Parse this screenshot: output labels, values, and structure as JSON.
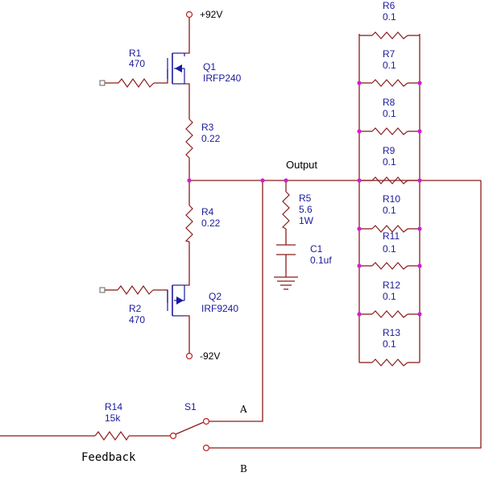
{
  "supply": {
    "positive": "+92V",
    "negative": "-92V"
  },
  "output_label": "Output",
  "feedback_label": "Feedback",
  "switch_positions": {
    "a": "A",
    "b": "B"
  },
  "components": {
    "r1": {
      "ref": "R1",
      "value": "470"
    },
    "q1": {
      "ref": "Q1",
      "value": "IRFP240"
    },
    "r3": {
      "ref": "R3",
      "value": "0.22"
    },
    "r4": {
      "ref": "R4",
      "value": "0.22"
    },
    "q2": {
      "ref": "Q2",
      "value": "IRF9240"
    },
    "r2": {
      "ref": "R2",
      "value": "470"
    },
    "r5": {
      "ref": "R5",
      "value": "5.6",
      "power": "1W"
    },
    "c1": {
      "ref": "C1",
      "value": "0.1uf"
    },
    "r14": {
      "ref": "R14",
      "value": "15k"
    },
    "s1": {
      "ref": "S1"
    },
    "r6": {
      "ref": "R6",
      "value": "0.1"
    },
    "r7": {
      "ref": "R7",
      "value": "0.1"
    },
    "r8": {
      "ref": "R8",
      "value": "0.1"
    },
    "r9": {
      "ref": "R9",
      "value": "0.1"
    },
    "r10": {
      "ref": "R10",
      "value": "0.1"
    },
    "r11": {
      "ref": "R11",
      "value": "0.1"
    },
    "r12": {
      "ref": "R12",
      "value": "0.1"
    },
    "r13": {
      "ref": "R13",
      "value": "0.1"
    }
  },
  "colors": {
    "wire": "#8b1c1c",
    "device": "#1a1aa0",
    "junction": "#d020d0",
    "label": "#1a1a9a"
  }
}
